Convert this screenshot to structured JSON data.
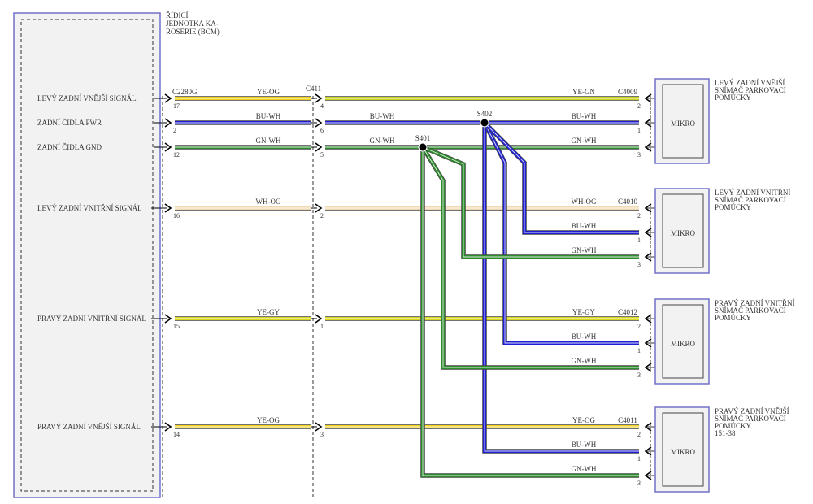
{
  "bcm": {
    "title_lines": [
      "ŘÍDICÍ",
      "JEDNOTKA KA-",
      "ROSERIE (BCM)"
    ],
    "signals": [
      {
        "label": "LEVÝ ZADNÍ VNĚJŠÍ SIGNÁL",
        "pin": "17"
      },
      {
        "label": "ZADNÍ ČIDLA PWR",
        "pin": "2"
      },
      {
        "label": "ZADNÍ ČIDLA GND",
        "pin": "12"
      },
      {
        "label": "LEVÝ ZADNÍ VNITŘNÍ SIGNÁL",
        "pin": "16"
      },
      {
        "label": "PRAVÝ ZADNÍ VNITŘNÍ SIGNÁL",
        "pin": "15"
      },
      {
        "label": "PRAVÝ ZADNÍ VNĚJŠÍ SIGNÁL",
        "pin": "14"
      }
    ],
    "connector": "C2280G"
  },
  "inline_connector": {
    "name": "C411",
    "pins": [
      "4",
      "6",
      "5",
      "2",
      "1",
      "3"
    ]
  },
  "wire_colors": {
    "YE-OG": "#f0d020",
    "BU-WH": "#2020d0",
    "GN-WH": "#2e8b2e",
    "WH-OG": "#f0d8b0",
    "YE-GY": "#d8d820",
    "YE-GN": "#c8d020"
  },
  "wires_left": [
    "YE-OG",
    "BU-WH",
    "GN-WH",
    "WH-OG",
    "YE-GY",
    "YE-OG"
  ],
  "wires_mid": [
    "YE-GN",
    "BU-WH",
    "GN-WH",
    "WH-OG",
    "YE-GY",
    "YE-OG"
  ],
  "mid_labels": {
    "bu": "BU-WH",
    "gn": "GN-WH"
  },
  "splices": {
    "pwr": "S402",
    "gnd": "S401"
  },
  "sensors": [
    {
      "connector": "C4009",
      "name_lines": [
        "LEVÝ ZADNÍ VNĚJŠÍ",
        "SNÍMAČ PARKOVACÍ",
        "POMŮCKY"
      ],
      "signal_wire": "YE-GN",
      "pins": [
        "2",
        "1",
        "3"
      ],
      "module": "MIKRO"
    },
    {
      "connector": "C4010",
      "name_lines": [
        "LEVÝ ZADNÍ VNITŘNÍ",
        "SNÍMAČ PARKOVACÍ",
        "POMŮCKY"
      ],
      "signal_wire": "WH-OG",
      "pins": [
        "2",
        "1",
        "3"
      ],
      "module": "MIKRO"
    },
    {
      "connector": "C4012",
      "name_lines": [
        "PRAVÝ ZADNÍ VNITŘNÍ",
        "SNÍMAČ PARKOVACÍ",
        "POMŮCKY"
      ],
      "signal_wire": "YE-GY",
      "pins": [
        "2",
        "1",
        "3"
      ],
      "module": "MIKRO"
    },
    {
      "connector": "C4011",
      "name_lines": [
        "PRAVÝ ZADNÍ VNĚJŠÍ",
        "SNÍMAČ PARKOVACÍ",
        "POMŮCKY",
        "151-38"
      ],
      "signal_wire": "YE-OG",
      "pins": [
        "2",
        "1",
        "3"
      ],
      "module": "MIKRO"
    }
  ],
  "sensor_wire_labels": {
    "pwr": "BU-WH",
    "gnd": "GN-WH"
  }
}
